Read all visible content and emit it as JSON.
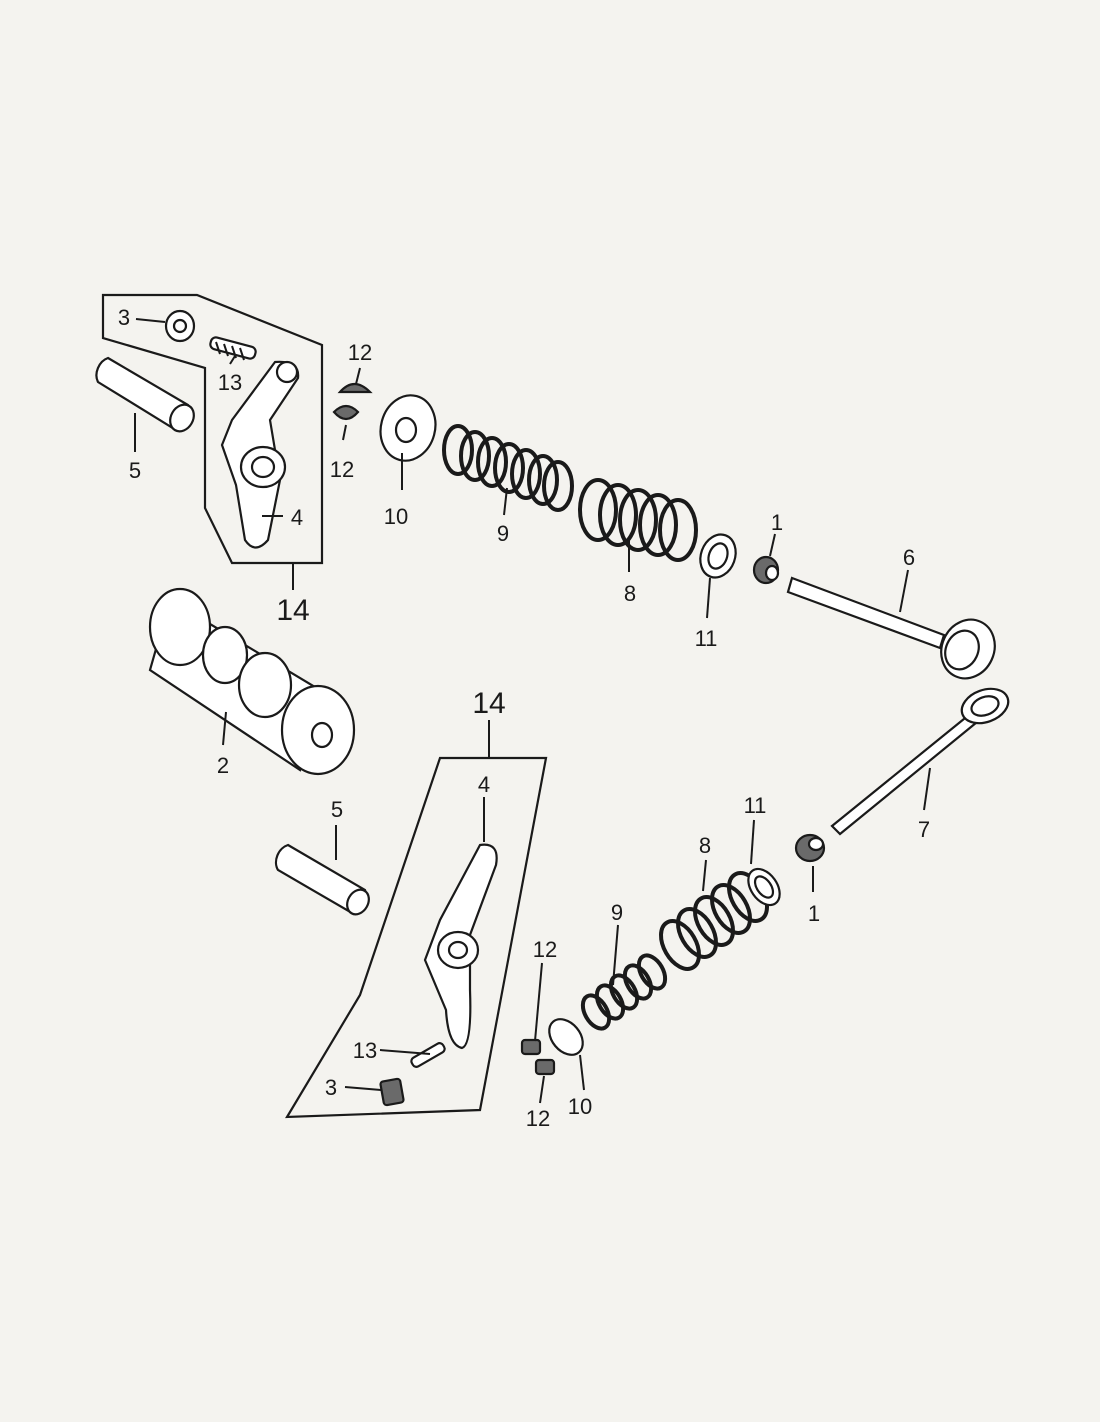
{
  "callouts": {
    "upper": {
      "n3": "3",
      "n13": "13",
      "n5": "5",
      "n4": "4",
      "n14": "14",
      "n12a": "12",
      "n12b": "12",
      "n10": "10",
      "n9": "9",
      "n8": "8",
      "n11": "11",
      "n1": "1",
      "n6": "6"
    },
    "middle": {
      "n2": "2",
      "n7": "7"
    },
    "lower": {
      "n14": "14",
      "n4": "4",
      "n5": "5",
      "n11": "11",
      "n8": "8",
      "n1": "1",
      "n9": "9",
      "n12a": "12",
      "n13": "13",
      "n3": "3",
      "n10": "10",
      "n12b": "12"
    }
  }
}
